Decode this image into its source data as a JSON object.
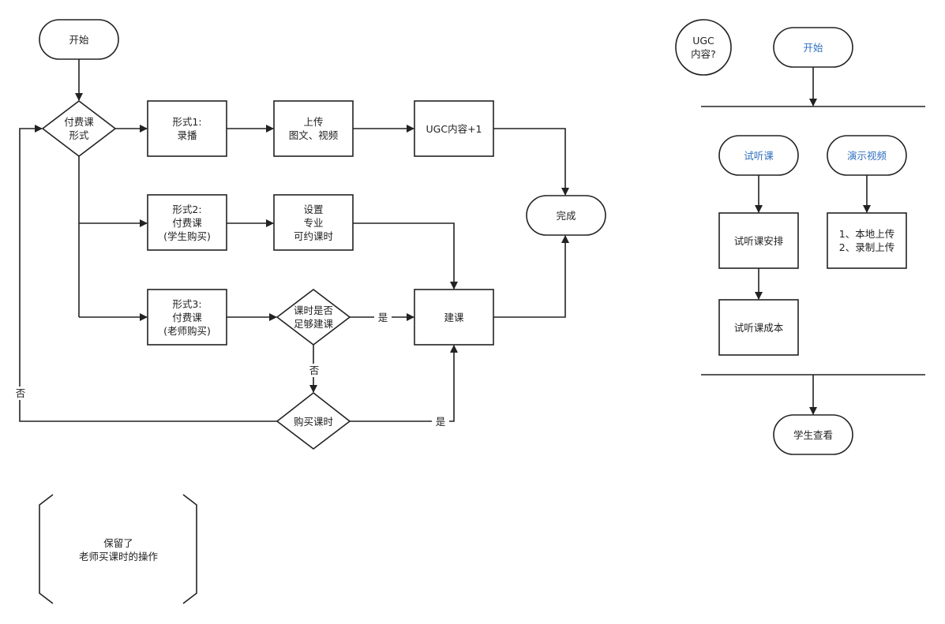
{
  "nodes": {
    "start_left": "开始",
    "decision_form": [
      "付费课",
      "形式"
    ],
    "form1": [
      "形式1:",
      "录播"
    ],
    "upload": [
      "上传",
      "图文、视频"
    ],
    "ugc_plus": "UGC内容+1",
    "complete": "完成",
    "form2": [
      "形式2:",
      "付费课",
      "(学生购买)"
    ],
    "settings": [
      "设置",
      "专业",
      "可约课时"
    ],
    "form3": [
      "形式3:",
      "付费课",
      "(老师购买)"
    ],
    "decision_hours": [
      "课时是否",
      "足够建课"
    ],
    "build": "建课",
    "decision_buy": "购买课时",
    "note": [
      "保留了",
      "老师买课时的操作"
    ],
    "ugc_question": [
      "UGC",
      "内容?"
    ],
    "start_right": "开始",
    "trial": "试听课",
    "demo_video": "演示视频",
    "trial_arrange": "试听课安排",
    "upload_methods": [
      "1、本地上传",
      "2、录制上传"
    ],
    "trial_cost": "试听课成本",
    "student_view": "学生查看"
  },
  "edges": {
    "yes_build": "是",
    "no_buy": "否",
    "yes_buy": "是",
    "no_back": "否"
  },
  "colors": {
    "stroke": "#222222",
    "accent_text": "#2f6fbf"
  }
}
